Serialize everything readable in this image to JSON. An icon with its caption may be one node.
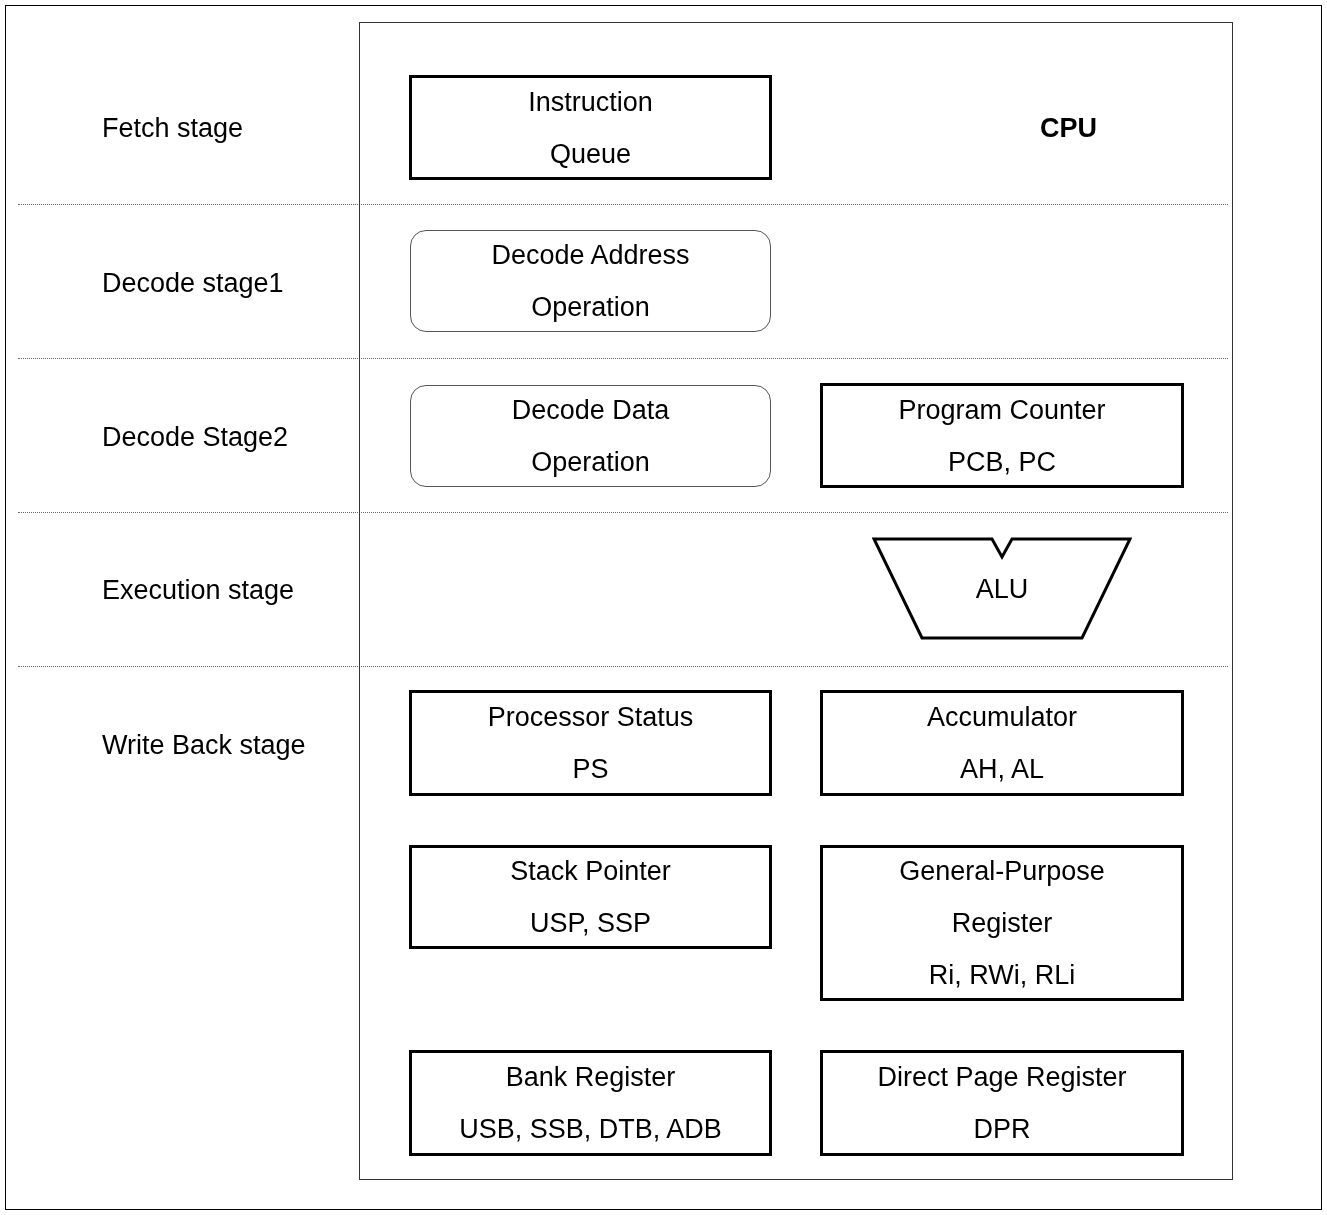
{
  "diagram": {
    "nodes": [
      {
        "text": [],
        "shape": "box"
      },
      {
        "text": [
          "Instruction Queue"
        ],
        "in": 0
      },
      {
        "text": [
          "Decode Address Operation"
        ],
        "in": 0
      },
      {
        "text": [
          "Decode Data Operation"
        ],
        "in": 0
      },
      {
        "text": [
          "Program Counter",
          "PCB, PC"
        ],
        "in": 0
      },
      {
        "text": [
          "ALU"
        ],
        "in": 0
      },
      {
        "text": [
          "Processor Status",
          "PS"
        ],
        "in": 0
      },
      {
        "text": [
          "Accumulator",
          "AH, AL"
        ],
        "in": 0
      },
      {
        "text": [
          "Stack Pointer",
          "USP, SSP"
        ],
        "in": 0
      },
      {
        "text": [
          "General-Purpose Register",
          "Ri, RWi, RLi"
        ],
        "in": 0
      },
      {
        "text": [
          "Bank Register",
          "USB, SSB, DTB, ADB"
        ],
        "in": 0
      },
      {
        "text": [
          "Direct Page Register",
          "DPR"
        ],
        "in": 0
      }
    ],
    "edges": [],
    "labels": [
      "Fetch stage",
      "CPU",
      "Decode stage1",
      "Decode Stage2",
      "Execution stage",
      "Write Back stage"
    ]
  }
}
